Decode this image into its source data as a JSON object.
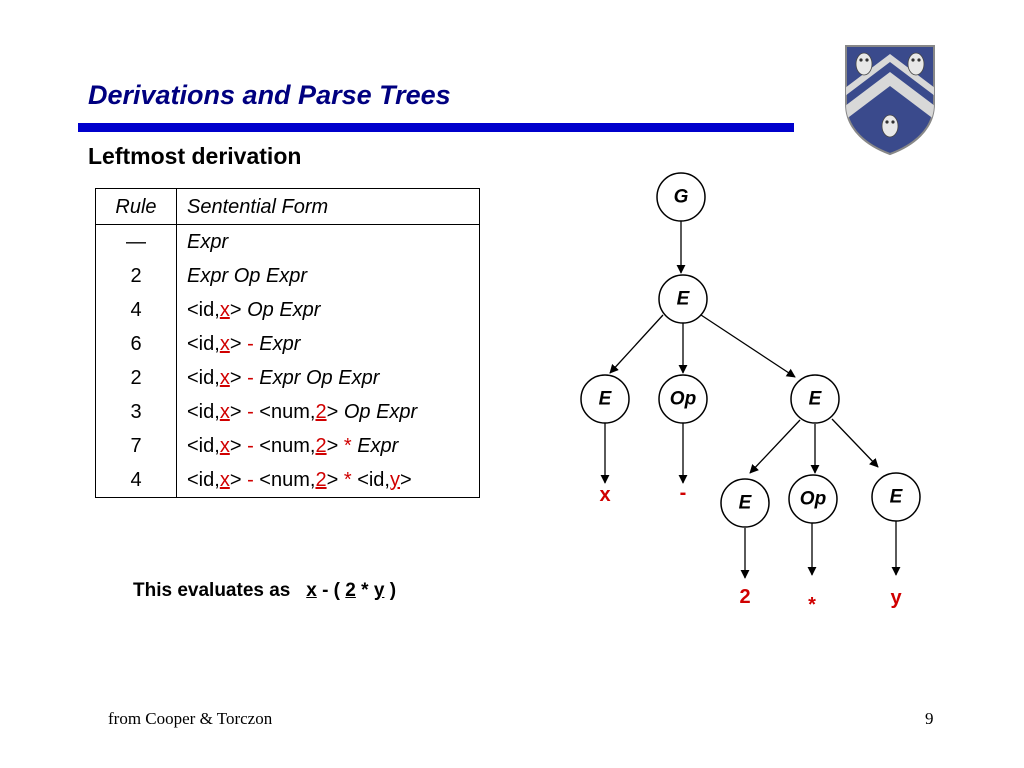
{
  "slide": {
    "title": "Derivations and Parse Trees",
    "subtitle": "Leftmost derivation",
    "footer_left": "from Cooper & Torczon",
    "page_number": "9"
  },
  "table": {
    "headers": {
      "rule": "Rule",
      "form": "Sentential Form"
    },
    "rows": [
      {
        "rule": "—",
        "form": "Expr"
      },
      {
        "rule": "2",
        "form": "Expr Op Expr"
      },
      {
        "rule": "4",
        "form": "<id,x> Op Expr"
      },
      {
        "rule": "6",
        "form": "<id,x> - Expr"
      },
      {
        "rule": "2",
        "form": "<id,x> - Expr Op Expr"
      },
      {
        "rule": "3",
        "form": "<id,x> - <num,2> Op Expr"
      },
      {
        "rule": "7",
        "form": "<id,x> - <num,2> * Expr"
      },
      {
        "rule": "4",
        "form": "<id,x> - <num,2> * <id,y>"
      }
    ],
    "tokens": {
      "id_open": "<id,",
      "num_open": "<num,",
      "close": ">",
      "x": "x",
      "y": "y",
      "two": "2",
      "minus": "-",
      "times": "*",
      "expr": "Expr",
      "op": "Op"
    }
  },
  "evaluation": {
    "prefix": "This evaluates as",
    "x": "x",
    "minus_open": "- (",
    "two": "2",
    "times": "*",
    "y": "y",
    "close": ")"
  },
  "tree": {
    "nodes": {
      "root": "G",
      "e1": "E",
      "e2": "E",
      "op1": "Op",
      "e3": "E",
      "e4": "E",
      "op2": "Op",
      "e5": "E"
    },
    "leaves": {
      "x": "x",
      "minus": "-",
      "two": "2",
      "times": "*",
      "y": "y"
    }
  },
  "colors": {
    "title": "#000080",
    "bar": "#0000cc",
    "highlight": "#d00000"
  },
  "icons": {
    "crest": "university-shield-crest-icon"
  }
}
